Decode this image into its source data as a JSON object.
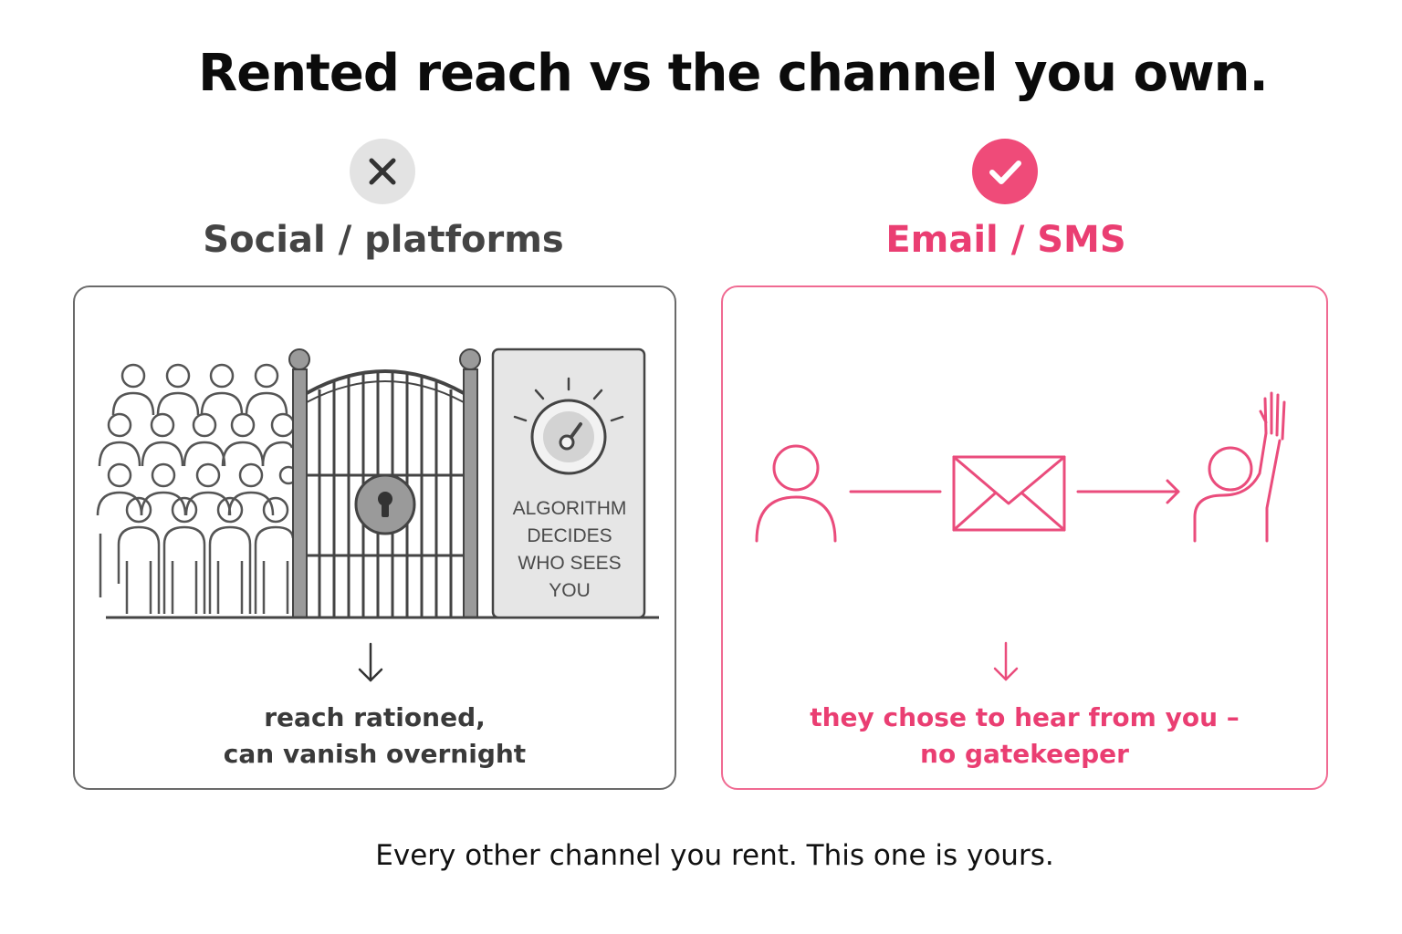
{
  "title": "Rented reach vs the channel you own.",
  "left_column": {
    "status_icon": "x-icon",
    "heading": "Social / platforms",
    "illustration": "crowd behind locked gate",
    "sign_lines": [
      "ALGORITHM",
      "DECIDES",
      "WHO SEES YOU"
    ],
    "caption_lines": [
      "reach rationed,",
      "can vanish overnight"
    ],
    "color": "#444444"
  },
  "right_column": {
    "status_icon": "check-icon",
    "heading": "Email / SMS",
    "illustration": "person to envelope to raised-hand person",
    "caption_lines": [
      "they chose to hear from you –",
      "no gatekeeper"
    ],
    "color": "#ea3e72"
  },
  "footer": "Every other channel you rent. This one is yours.",
  "colors": {
    "accent": "#ea3e72",
    "neutral": "#444444",
    "badge_neutral_bg": "#e3e3e3"
  }
}
